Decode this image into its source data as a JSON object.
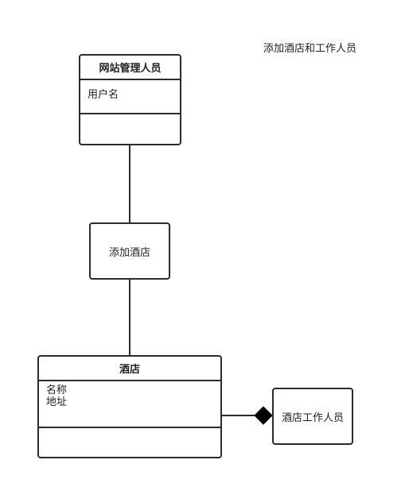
{
  "diagram": {
    "title": "添加酒店和工作人员",
    "admin_class": {
      "name": "网站管理人员",
      "attributes": [
        "用户名"
      ]
    },
    "add_hotel_box": {
      "label": "添加酒店"
    },
    "hotel_class": {
      "name": "酒店",
      "attributes": [
        "名称",
        "地址"
      ]
    },
    "staff_box": {
      "label": "酒店工作人员"
    },
    "relations": [
      {
        "from": "网站管理人员",
        "to": "添加酒店",
        "type": "line"
      },
      {
        "from": "添加酒店",
        "to": "酒店",
        "type": "line"
      },
      {
        "from": "酒店",
        "to": "酒店工作人员",
        "type": "composition"
      }
    ]
  }
}
